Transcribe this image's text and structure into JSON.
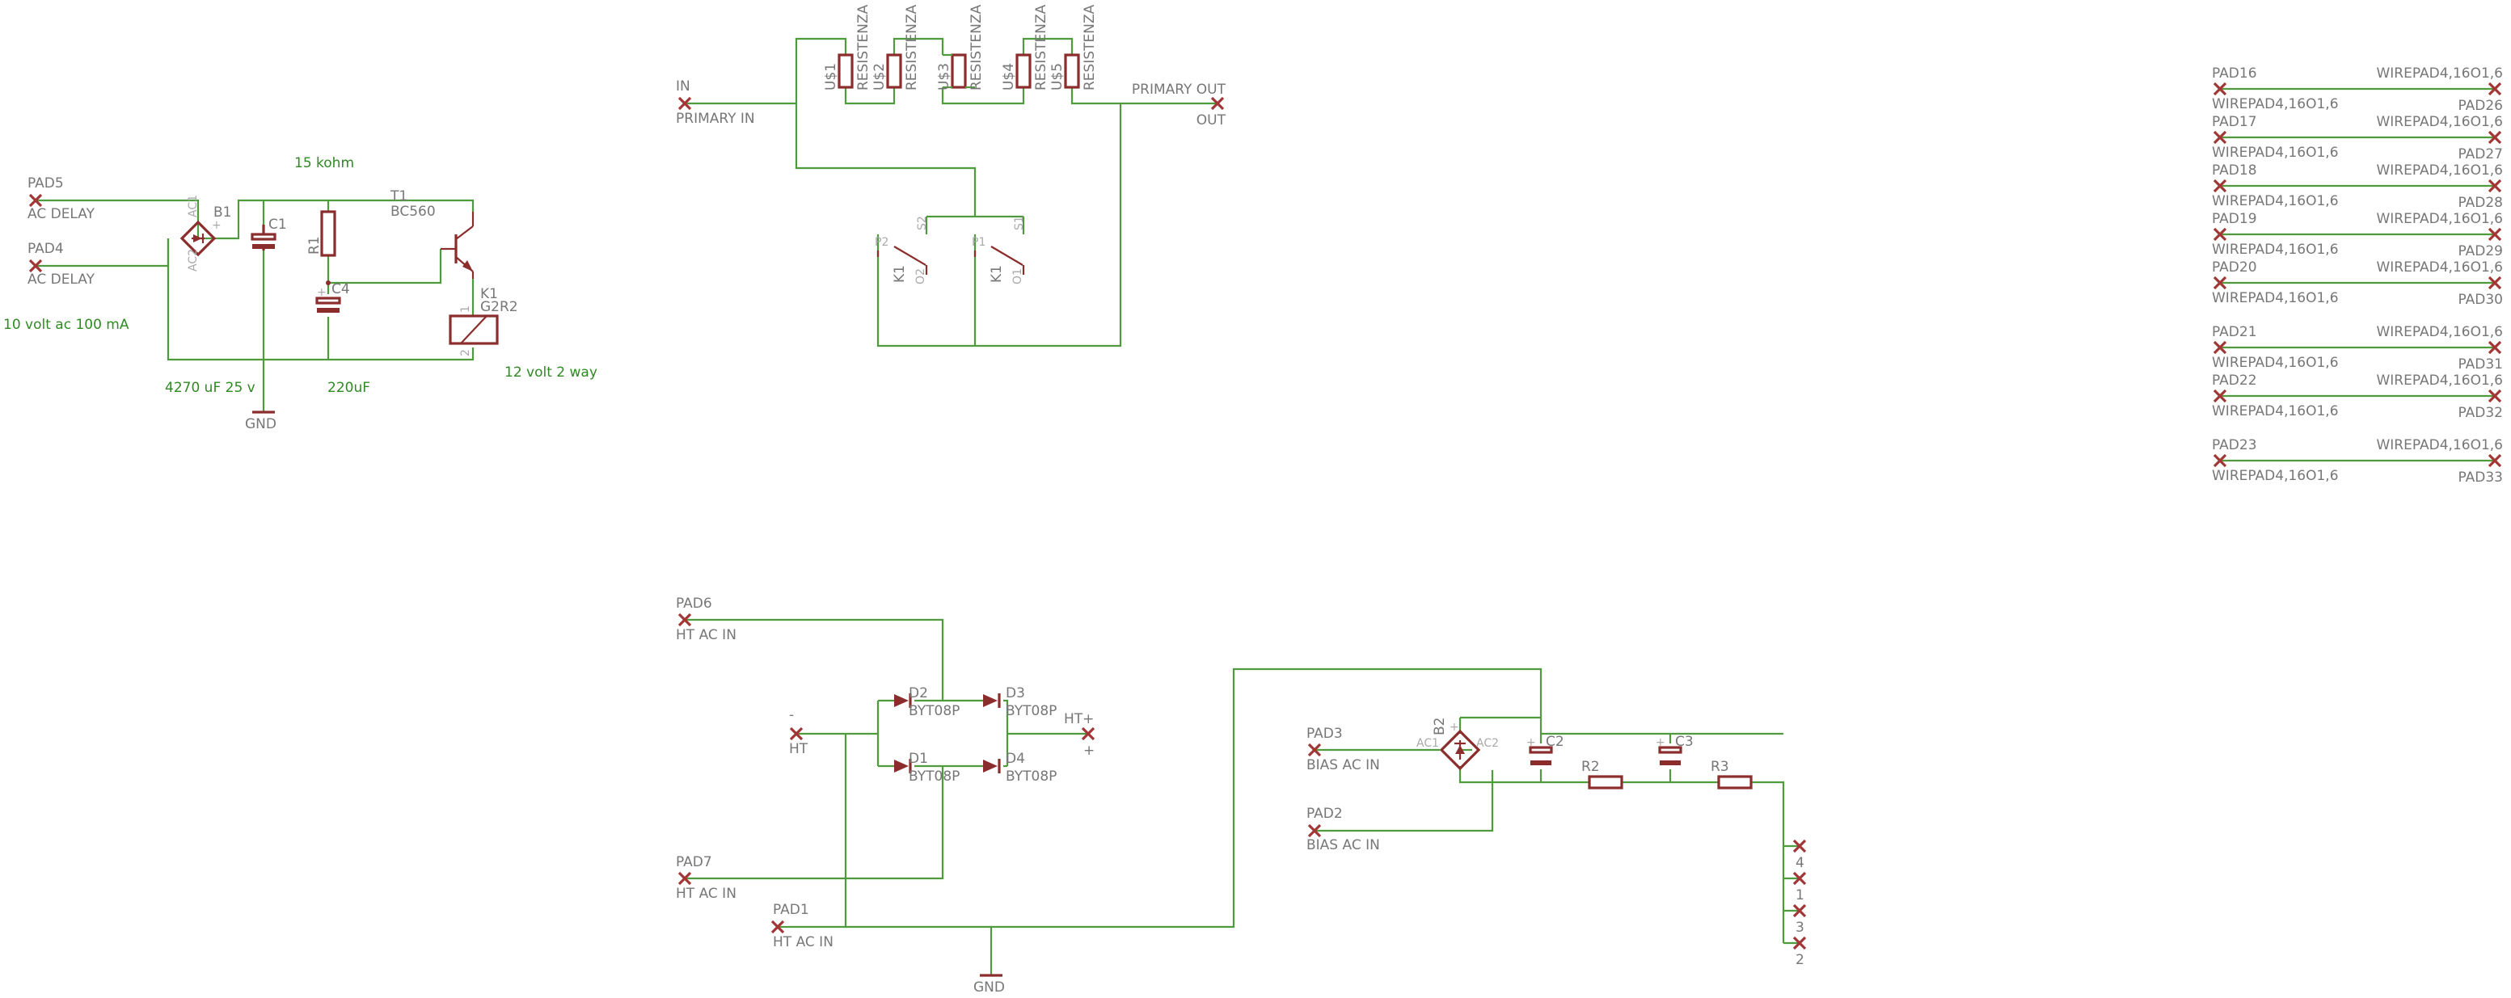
{
  "delay": {
    "pad5": "PAD5",
    "pad5_label": "AC DELAY",
    "pad4": "PAD4",
    "pad4_label": "AC DELAY",
    "supply_note": "10 volt ac 100 mA",
    "b1": "B1",
    "b1_ac1": "AC1",
    "b1_ac2": "AC2",
    "b1_plus": "+",
    "b1_minus": "-",
    "c1": "C1",
    "c1_note": "4270 uF 25 v",
    "r1": "R1",
    "r1_note": "15 kohm",
    "c4": "C4",
    "c4_note": "220uF",
    "c4_plus": "+",
    "t1": "T1",
    "t1_value": "BC560",
    "k1": "K1",
    "k1_value": "G2R2",
    "k1_pin1": "1",
    "k1_pin2": "2",
    "k1_note": "12 volt 2 way",
    "gnd": "GND"
  },
  "primary": {
    "in": "IN",
    "in_label": "PRIMARY IN",
    "out": "PRIMARY OUT",
    "out_label": "OUT",
    "resistors": [
      {
        "name": "U$1",
        "value": "RESISTENZA"
      },
      {
        "name": "U$2",
        "value": "RESISTENZA"
      },
      {
        "name": "U$3",
        "value": "RESISTENZA"
      },
      {
        "name": "U$4",
        "value": "RESISTENZA"
      },
      {
        "name": "U$5",
        "value": "RESISTENZA"
      }
    ],
    "contacts": [
      {
        "name": "K1",
        "p": "P2",
        "s": "S2",
        "o": "O2"
      },
      {
        "name": "K1",
        "p": "P1",
        "s": "S1",
        "o": "O1"
      }
    ]
  },
  "ht": {
    "pad6": "PAD6",
    "pad6_label": "HT AC IN",
    "pad7": "PAD7",
    "pad7_label": "HT AC IN",
    "pad1": "PAD1",
    "pad1_label": "HT AC IN",
    "minus_sign": "-",
    "ht_minus": "HT",
    "plus_name": "HT+",
    "plus_sign": "+",
    "diodes": [
      {
        "name": "D2",
        "value": "BYT08P"
      },
      {
        "name": "D3",
        "value": "BYT08P"
      },
      {
        "name": "D1",
        "value": "BYT08P"
      },
      {
        "name": "D4",
        "value": "BYT08P"
      }
    ],
    "gnd": "GND"
  },
  "bias": {
    "pad3": "PAD3",
    "pad3_label": "BIAS AC IN",
    "pad2": "PAD2",
    "pad2_label": "BIAS AC IN",
    "b2": "B2",
    "b2_ac1": "AC1",
    "b2_ac2": "AC2",
    "b2_plus": "+",
    "b2_minus": "-",
    "c2": "C2",
    "c3": "C3",
    "c_plus": "+",
    "r2": "R2",
    "r3": "R3",
    "connector_pins": [
      "4",
      "1",
      "3",
      "2"
    ]
  },
  "wirepads": {
    "rows": [
      {
        "left": "PAD16",
        "right": "PAD26",
        "value": "WIREPAD4,16O1,6"
      },
      {
        "left": "PAD17",
        "right": "PAD27",
        "value": "WIREPAD4,16O1,6"
      },
      {
        "left": "PAD18",
        "right": "PAD28",
        "value": "WIREPAD4,16O1,6"
      },
      {
        "left": "PAD19",
        "right": "PAD29",
        "value": "WIREPAD4,16O1,6"
      },
      {
        "left": "PAD20",
        "right": "PAD30",
        "value": "WIREPAD4,16O1,6"
      },
      {
        "left": "PAD21",
        "right": "PAD31",
        "value": "WIREPAD4,16O1,6"
      },
      {
        "left": "PAD22",
        "right": "PAD32",
        "value": "WIREPAD4,16O1,6"
      },
      {
        "left": "PAD23",
        "right": "PAD33",
        "value": "WIREPAD4,16O1,6"
      }
    ]
  },
  "colors": {
    "wire": "#4f9a3c",
    "part": "#8c2d2d",
    "pad": "#a33535",
    "label": "#777777",
    "note": "#2f8a24"
  }
}
